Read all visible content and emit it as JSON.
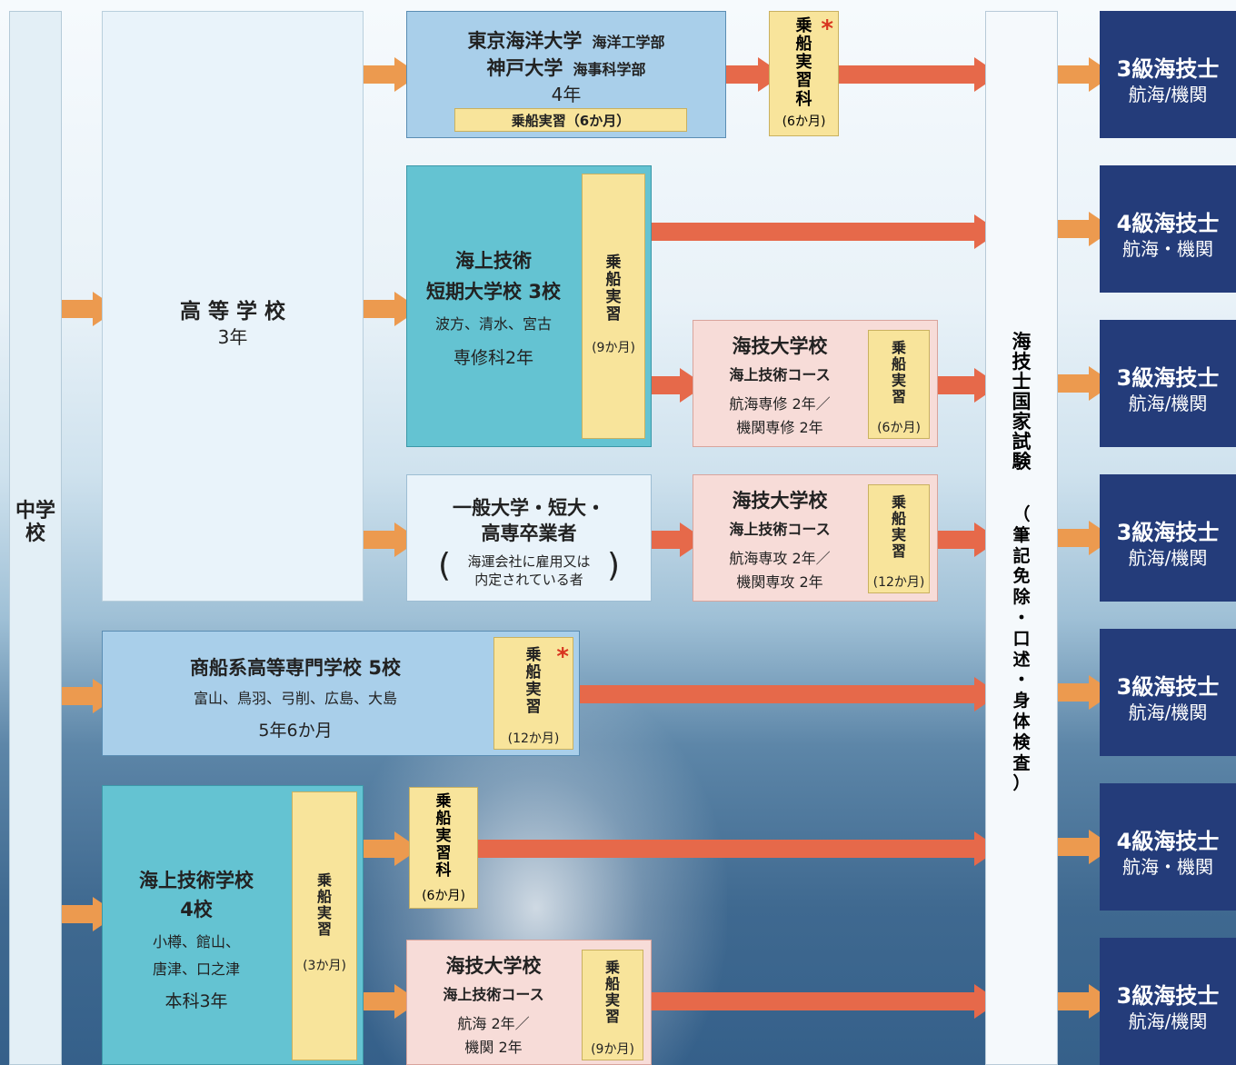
{
  "middle_school": "中学校",
  "high_school": {
    "title": "高 等 学 校",
    "years": "3年"
  },
  "univ": {
    "line1_name": "東京海洋大学",
    "line1_dept": "海洋工学部",
    "line2_name": "神戸大学",
    "line2_dept": "海事科学部",
    "years": "4年",
    "training": "乗船実習（6か月）"
  },
  "univ_training_course": {
    "chars": [
      "乗",
      "船",
      "実",
      "習",
      "科"
    ],
    "duration": "(6か月)",
    "star": "*"
  },
  "tech_junior_college": {
    "line1": "海上技術",
    "line2": "短期大学校 3校",
    "locations": "波方、清水、宮古",
    "course": "専修科2年",
    "training_chars": [
      "乗",
      "船",
      "実",
      "習"
    ],
    "training_duration": "(9か月)"
  },
  "kaigi_a": {
    "title": "海技大学校",
    "subtitle": "海上技術コース",
    "line1": "航海専修 2年／",
    "line2": "機関専修 2年",
    "training_chars": [
      "乗",
      "船",
      "実",
      "習"
    ],
    "training_duration": "(6か月)"
  },
  "general_univ": {
    "line1": "一般大学・短大・",
    "line2": "高専卒業者",
    "note1": "海運会社に雇用又は",
    "note2": "内定されている者",
    "paren_open": "(",
    "paren_close": ")"
  },
  "kaigi_b": {
    "title": "海技大学校",
    "subtitle": "海上技術コース",
    "line1": "航海専攻 2年／",
    "line2": "機関専攻 2年",
    "training_chars": [
      "乗",
      "船",
      "実",
      "習"
    ],
    "training_duration": "(12か月)"
  },
  "merchant_kosen": {
    "title": "商船系高等専門学校 5校",
    "locations": "富山、鳥羽、弓削、広島、大島",
    "years": "5年6か月",
    "training_chars": [
      "乗",
      "船",
      "実",
      "習"
    ],
    "training_duration": "(12か月)",
    "star": "*"
  },
  "tech_school": {
    "line1": "海上技術学校",
    "line2": "4校",
    "loc1": "小樽、館山、",
    "loc2": "唐津、口之津",
    "course": "本科3年",
    "training_chars": [
      "乗",
      "船",
      "実",
      "習"
    ],
    "training_duration": "(3か月)"
  },
  "tech_school_training": {
    "chars": [
      "乗",
      "船",
      "実",
      "習",
      "科"
    ],
    "duration": "(6か月)"
  },
  "kaigi_c": {
    "title": "海技大学校",
    "subtitle": "海上技術コース",
    "line1": "航海 2年／",
    "line2": "機関 2年",
    "training_chars": [
      "乗",
      "船",
      "実",
      "習"
    ],
    "training_duration": "(9か月)"
  },
  "exam": {
    "chars_main": [
      "海",
      "技",
      "士",
      "国",
      "家",
      "試",
      "験"
    ],
    "chars_paren": [
      "（",
      "筆",
      "記",
      "免",
      "除",
      "・",
      "口",
      "述",
      "・",
      "身",
      "体",
      "検",
      "査",
      "）"
    ]
  },
  "results": [
    {
      "grade": "3級海技士",
      "field": "航海/機関"
    },
    {
      "grade": "4級海技士",
      "field": "航海・機関"
    },
    {
      "grade": "3級海技士",
      "field": "航海/機関"
    },
    {
      "grade": "3級海技士",
      "field": "航海/機関"
    },
    {
      "grade": "3級海技士",
      "field": "航海/機関"
    },
    {
      "grade": "4級海技士",
      "field": "航海・機関"
    },
    {
      "grade": "3級海技士",
      "field": "航海/機関"
    }
  ],
  "colors": {
    "arrow_orange": "#ec9a4f",
    "arrow_red": "#e6694a",
    "navy": "#243c7a",
    "yellow": "#f8e49b",
    "pink": "#f7dcd8",
    "light_blue": "#a9cfea",
    "teal": "#64c3d2"
  }
}
